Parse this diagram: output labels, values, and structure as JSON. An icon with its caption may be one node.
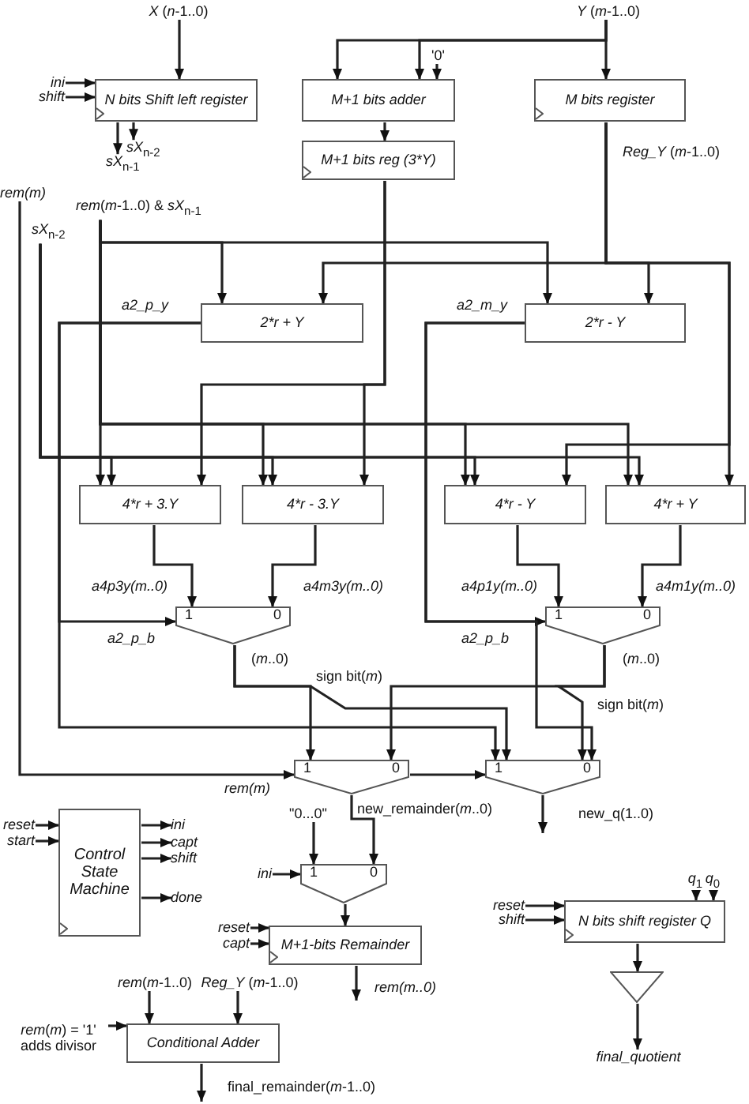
{
  "diagram": {
    "nodes": [
      {
        "text": [
          "*X* (*n*-1..0)"
        ]
      },
      {
        "text": [
          "*Y* (*m*-1..0)"
        ]
      },
      {
        "text": [
          "ini"
        ]
      },
      {
        "text": [
          "shift"
        ]
      },
      {
        "text": [
          "N bits Shift left register"
        ]
      },
      {
        "text": [
          "'0'"
        ]
      },
      {
        "text": [
          "M+1 bits adder"
        ]
      },
      {
        "text": [
          "M bits register"
        ]
      },
      {
        "text": [
          "*sX*$_{n-2}$"
        ]
      },
      {
        "text": [
          "*sX*$_{n-1}$"
        ]
      },
      {
        "text": [
          "M+1 bits reg (3*Y)"
        ]
      },
      {
        "text": [
          "rem(m)"
        ]
      },
      {
        "text": [
          "*rem*(*m*-1..0) & *sX*$_{n-1}$"
        ]
      },
      {
        "text": [
          "*sX*$_{n-2}$"
        ]
      },
      {
        "text": [
          "2*r + Y"
        ]
      },
      {
        "text": [
          "2*r - Y"
        ]
      },
      {
        "text": [
          "4*r + 3.Y"
        ]
      },
      {
        "text": [
          "4*r - 3.Y"
        ]
      },
      {
        "text": [
          "4*r - Y"
        ]
      },
      {
        "text": [
          "4*r + Y"
        ]
      },
      {
        "text": [
          "1",
          "0"
        ]
      },
      {
        "text": [
          "1",
          "0"
        ]
      },
      {
        "text": [
          "1",
          "0"
        ]
      },
      {
        "text": [
          "1",
          "0"
        ]
      },
      {
        "text": [
          "reset"
        ]
      },
      {
        "text": [
          "start"
        ]
      },
      {
        "text": [
          "Control State Machine"
        ]
      },
      {
        "text": [
          "ini"
        ]
      },
      {
        "text": [
          "capt"
        ]
      },
      {
        "text": [
          "shift"
        ]
      },
      {
        "text": [
          "done"
        ]
      },
      {
        "text": [
          "\"0...0\""
        ]
      },
      {
        "text": [
          "ini"
        ]
      },
      {
        "text": [
          "1",
          "0"
        ]
      },
      {
        "text": [
          "*q*$_{1}$"
        ]
      },
      {
        "text": [
          "*q*$_{0}$"
        ]
      },
      {
        "text": [
          "reset"
        ]
      },
      {
        "text": [
          "shift"
        ]
      },
      {
        "text": [
          "N bits shift register Q"
        ]
      },
      {
        "text": [
          "reset"
        ]
      },
      {
        "text": [
          "capt"
        ]
      },
      {
        "text": [
          "M+1-bits Remainder"
        ]
      },
      {
        "text": [],
        "shape": "triangle"
      },
      {
        "text": [
          "final_quotient"
        ]
      },
      {
        "text": [
          "*rem*(*m*-1..0)"
        ]
      },
      {
        "text": [
          "*Reg_Y* (*m*-1..0)"
        ]
      },
      {
        "text": [
          "*rem*(*m*) = '1' adds divisor"
        ]
      },
      {
        "text": [
          "Conditional Adder"
        ]
      }
    ],
    "edges": [
      {
        "from": 0,
        "to": 4,
        "arrow": "to"
      },
      {
        "from": 1,
        "to": 6,
        "arrow": "to"
      },
      {
        "from": 1,
        "to": 6,
        "arrow": "to"
      },
      {
        "from": 1,
        "to": 7,
        "arrow": "to"
      },
      {
        "from": 2,
        "to": 4,
        "arrow": "to"
      },
      {
        "from": 3,
        "to": 4,
        "arrow": "to"
      },
      {
        "from": 5,
        "to": 6,
        "arrow": "to"
      },
      {
        "from": 4,
        "to": 8,
        "arrow": "to"
      },
      {
        "from": 4,
        "to": 9,
        "arrow": "to"
      },
      {
        "from": 6,
        "to": 10,
        "arrow": "to"
      },
      {
        "from": 7,
        "to": 14,
        "arrow": "to",
        "label": "*Reg_Y* (*m*-1..0)"
      },
      {
        "from": 7,
        "to": 15,
        "arrow": "to"
      },
      {
        "from": 7,
        "to": 18,
        "arrow": "to"
      },
      {
        "from": 7,
        "to": 19,
        "arrow": "to"
      },
      {
        "from": 12,
        "to": 14,
        "arrow": "to"
      },
      {
        "from": 12,
        "to": 15,
        "arrow": "to"
      },
      {
        "from": 12,
        "to": 16,
        "arrow": "to"
      },
      {
        "from": 12,
        "to": 17,
        "arrow": "to"
      },
      {
        "from": 12,
        "to": 18,
        "arrow": "to"
      },
      {
        "from": 12,
        "to": 19,
        "arrow": "to"
      },
      {
        "from": 10,
        "to": 16,
        "arrow": "to"
      },
      {
        "from": 10,
        "to": 17,
        "arrow": "to"
      },
      {
        "from": 13,
        "to": 16,
        "arrow": "to"
      },
      {
        "from": 13,
        "to": 17,
        "arrow": "to"
      },
      {
        "from": 13,
        "to": 18,
        "arrow": "to"
      },
      {
        "from": 13,
        "to": 19,
        "arrow": "to"
      },
      {
        "from": 14,
        "to": 20,
        "arrow": "to",
        "label": "a2_p_b"
      },
      {
        "from": 14,
        "to": 23,
        "arrow": "to",
        "label": "a2_p_y"
      },
      {
        "from": 15,
        "to": 21,
        "arrow": "to",
        "label": "a2_p_b"
      },
      {
        "from": 15,
        "to": 23,
        "arrow": "to",
        "label": "a2_m_y"
      },
      {
        "from": 16,
        "to": 20,
        "arrow": "to",
        "label": "a4p3y(m..0)"
      },
      {
        "from": 17,
        "to": 20,
        "arrow": "to",
        "label": "a4m3y(m..0)"
      },
      {
        "from": 18,
        "to": 21,
        "arrow": "to",
        "label": "a4p1y(m..0)"
      },
      {
        "from": 19,
        "to": 21,
        "arrow": "to",
        "label": "a4m1y(m..0)"
      },
      {
        "from": 20,
        "to": 22,
        "arrow": "to",
        "label": "(*m*..0)"
      },
      {
        "from": 21,
        "to": 22,
        "arrow": "to",
        "label": "(*m*..0)"
      },
      {
        "from": 20,
        "to": 23,
        "arrow": "to",
        "label": "sign bit(*m*)"
      },
      {
        "from": 21,
        "to": 23,
        "arrow": "to",
        "label": "sign bit(*m*)"
      },
      {
        "from": 11,
        "to": 22,
        "arrow": "to",
        "label": "rem(m)"
      },
      {
        "from": 22,
        "to": 23,
        "arrow": "to"
      },
      {
        "from": 22,
        "to": 33,
        "arrow": "to",
        "label": "new_remainder(*m*..0)"
      },
      {
        "from": 23,
        "to": null,
        "arrow": "to",
        "label": "new_q(1..0)"
      },
      {
        "from": 24,
        "to": 26,
        "arrow": "to"
      },
      {
        "from": 25,
        "to": 26,
        "arrow": "to"
      },
      {
        "from": 26,
        "to": 27,
        "arrow": "to"
      },
      {
        "from": 26,
        "to": 28,
        "arrow": "to"
      },
      {
        "from": 26,
        "to": 29,
        "arrow": "to"
      },
      {
        "from": 26,
        "to": 30,
        "arrow": "to"
      },
      {
        "from": 31,
        "to": 33,
        "arrow": "to"
      },
      {
        "from": 32,
        "to": 33,
        "arrow": "to"
      },
      {
        "from": 33,
        "to": 41,
        "arrow": "to"
      },
      {
        "from": 39,
        "to": 41,
        "arrow": "to"
      },
      {
        "from": 40,
        "to": 41,
        "arrow": "to"
      },
      {
        "from": 41,
        "to": null,
        "arrow": "to",
        "label": "rem(m..0)"
      },
      {
        "from": 34,
        "to": 38,
        "arrow": "to"
      },
      {
        "from": 35,
        "to": 38,
        "arrow": "to"
      },
      {
        "from": 36,
        "to": 38,
        "arrow": "to"
      },
      {
        "from": 37,
        "to": 38,
        "arrow": "to"
      },
      {
        "from": 38,
        "to": 42,
        "arrow": "to"
      },
      {
        "from": 42,
        "to": 43,
        "arrow": "to"
      },
      {
        "from": 44,
        "to": 47,
        "arrow": "to"
      },
      {
        "from": 45,
        "to": 47,
        "arrow": "to"
      },
      {
        "from": 46,
        "to": 47,
        "arrow": "to"
      },
      {
        "from": 47,
        "to": null,
        "arrow": "to",
        "label": "final_remainder(*m*-1..0)"
      }
    ]
  }
}
